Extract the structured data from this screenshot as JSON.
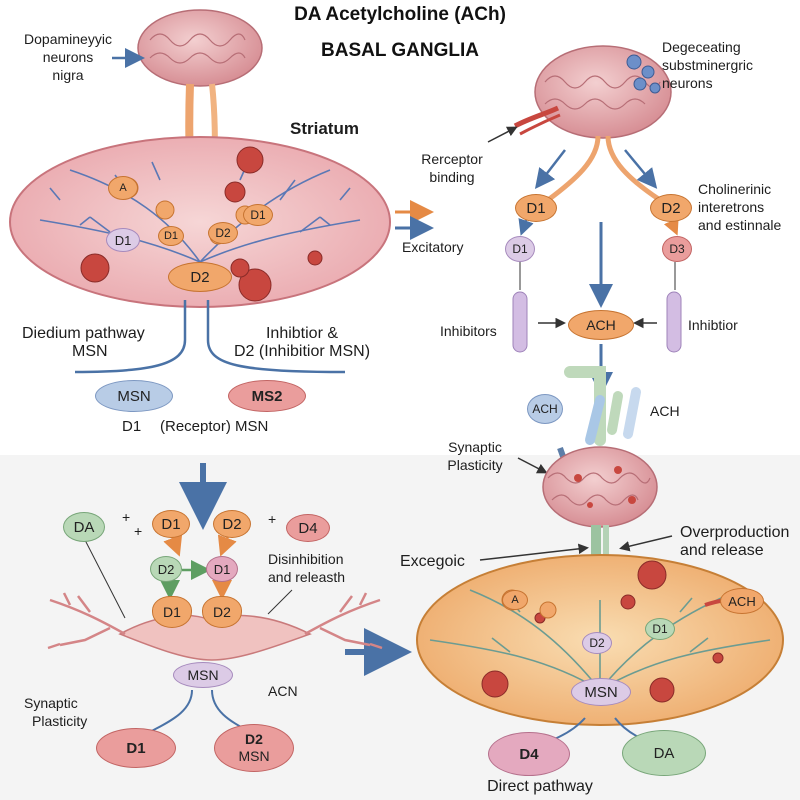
{
  "title": {
    "line1": "DA Acetylcholine (ACh)",
    "line2": "BASAL GANGLIA"
  },
  "top_left": {
    "source_label": [
      "Dopamineyyic",
      "neurons",
      "nigra"
    ],
    "striatum_label": "Striatum",
    "center_node": "D2",
    "inner_nodes": [
      "A",
      "D1",
      "D2",
      "D1",
      "D1"
    ],
    "pathway_left": [
      "Diedium pathway",
      "MSN"
    ],
    "pathway_right": [
      "Inhibtior &",
      "D2 (Inhibitior MSN)"
    ],
    "msn_left": "MSN",
    "msn_right": "MS2",
    "bottom_labels": [
      "D1",
      "(Receptor) MSN"
    ]
  },
  "top_right": {
    "degenerating_label": [
      "Degeceating",
      "substminergric",
      "neurons"
    ],
    "receptor_binding": [
      "Rerceptor",
      "binding"
    ],
    "cholinergic_label": [
      "Cholinerinic",
      "interetrons",
      "and estinnale"
    ],
    "excitatory": "Excitatory",
    "inhibitors": "Inhibitors",
    "inhibtior": "Inhibtior",
    "nodes": [
      "D1",
      "D2",
      "D1",
      "D3",
      "ACH"
    ],
    "ach_labels": [
      "ACH",
      "ACH"
    ],
    "synaptic_plasticity": [
      "Synaptic",
      "Plasticity"
    ]
  },
  "bottom_left": {
    "nodes": [
      "DA",
      "D1",
      "D2",
      "D4",
      "D2",
      "D1",
      "D1",
      "D2"
    ],
    "signs": [
      "+",
      "+",
      "+"
    ],
    "disinhibition": [
      "Disinhibition",
      "and releasth"
    ],
    "msn": "MSN",
    "acn": "ACN",
    "synaptic": [
      "Synaptic",
      "Plasticity"
    ],
    "out_left": "D1",
    "out_right": [
      "D2",
      "MSN"
    ]
  },
  "bottom_right": {
    "overproduction": [
      "Overproduction",
      "and release"
    ],
    "excegoic": "Excegoic",
    "inner_labels": [
      "A",
      "D2",
      "D1",
      "ACH"
    ],
    "msn": "MSN",
    "out_left": "D4",
    "out_right": "DA",
    "footer": "Direct pathway"
  },
  "colors": {
    "arrow": "#4a72a6",
    "orange_arrow": "#e58a45",
    "tissue": "#f2c8cb",
    "tissue_orange": "#f5c994"
  }
}
